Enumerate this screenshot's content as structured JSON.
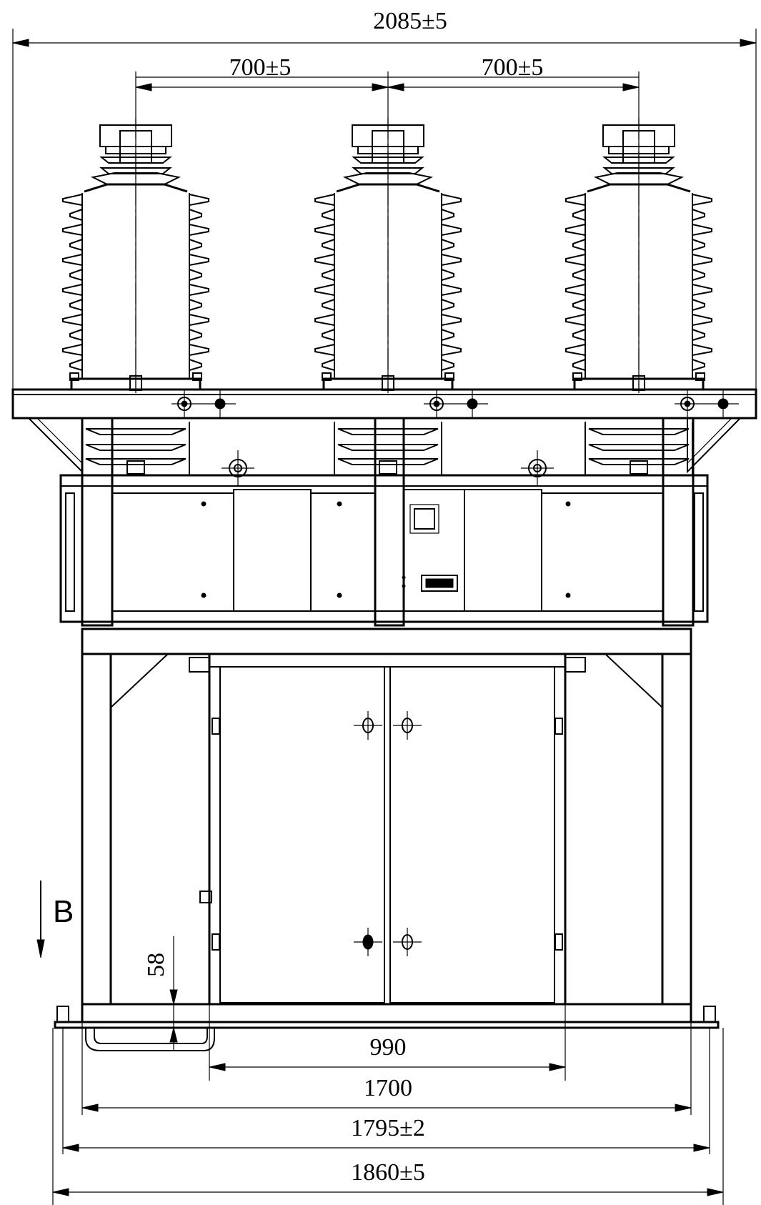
{
  "drawing": {
    "dimensions": {
      "overall_width": "2085±5",
      "pole_spacing_left": "700±5",
      "pole_spacing_right": "700±5",
      "cabinet_width": "990",
      "frame_inner": "1700",
      "frame_outer": "1795±2",
      "base_width": "1860±5",
      "clearance": "58"
    },
    "view_label": "B",
    "poles": [
      "pole-1",
      "pole-2",
      "pole-3"
    ]
  }
}
